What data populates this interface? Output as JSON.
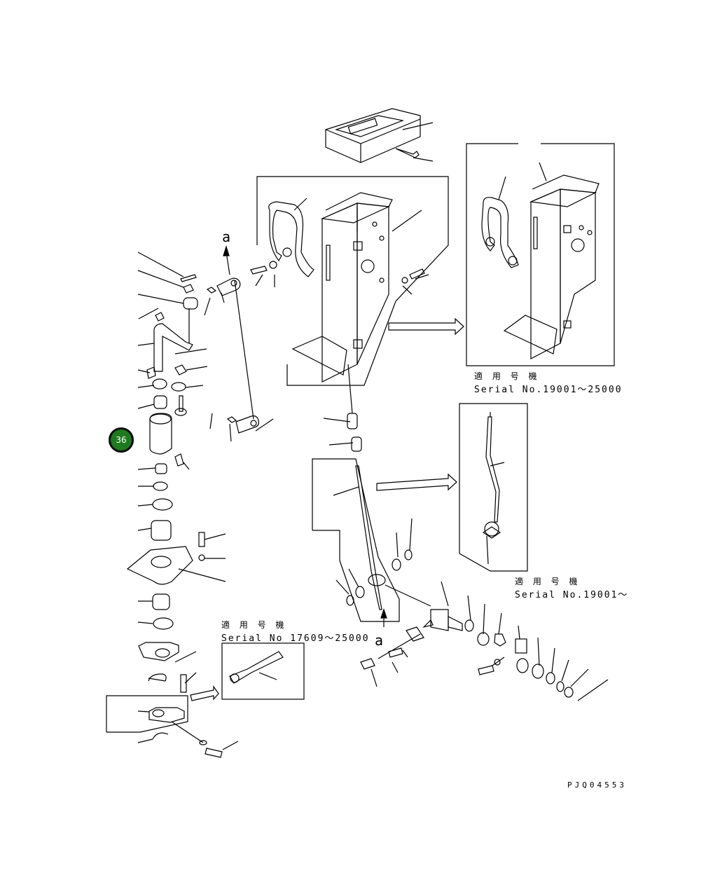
{
  "callout": {
    "number": "36"
  },
  "inset_top_right": {
    "applicable_models": "適 用 号 機",
    "serial": "Serial No.19001～25000"
  },
  "inset_mid_right": {
    "applicable_models": "適 用 号 機",
    "serial": "Serial No.19001～"
  },
  "inset_bottom_left": {
    "applicable_models": "適 用 号 機",
    "serial": "Serial No 17609～25000"
  },
  "marker_top": "a",
  "marker_bottom": "a",
  "drawing_code": "PJQ04553",
  "colors": {
    "callout_fill": "#1f7a1f",
    "line": "#000000"
  }
}
